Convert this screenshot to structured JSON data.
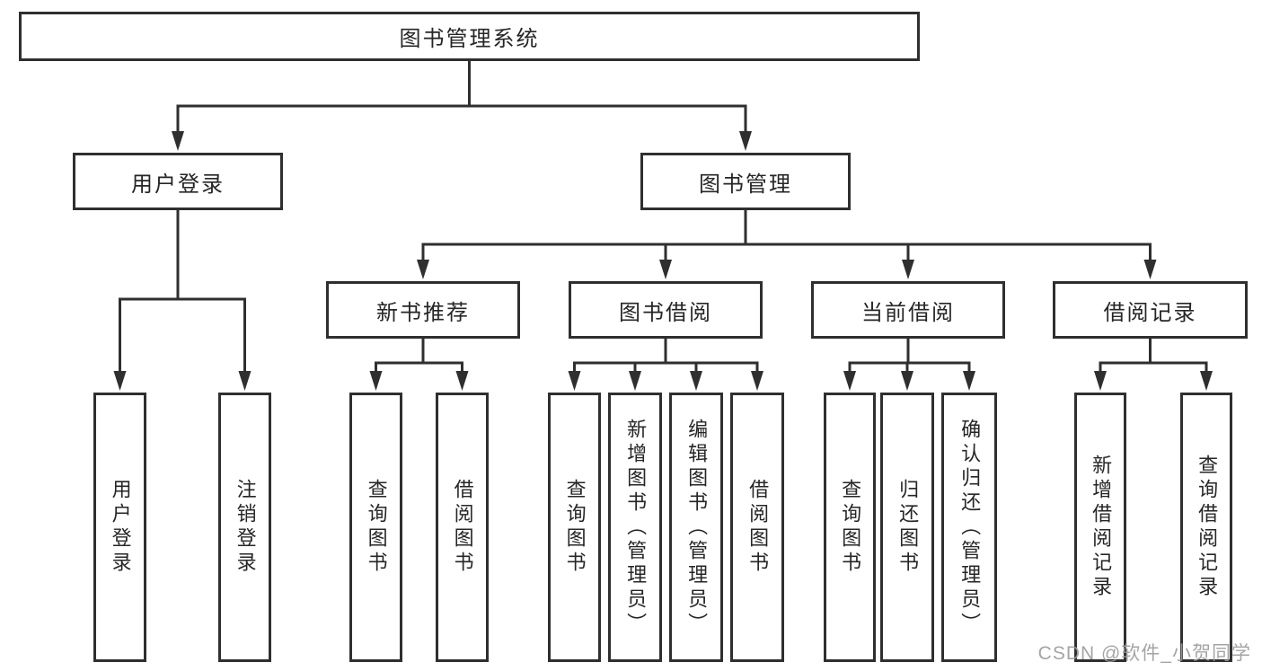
{
  "diagram": {
    "root": {
      "label": "图书管理系统"
    },
    "branches": [
      {
        "label": "用户登录",
        "children": [
          {
            "label": "用户登录"
          },
          {
            "label": "注销登录"
          }
        ]
      },
      {
        "label": "图书管理",
        "children": [
          {
            "label": "新书推荐",
            "children": [
              {
                "label": "查询图书"
              },
              {
                "label": "借阅图书"
              }
            ]
          },
          {
            "label": "图书借阅",
            "children": [
              {
                "label": "查询图书"
              },
              {
                "label": "新增图书（管理员）"
              },
              {
                "label": "编辑图书（管理员）"
              },
              {
                "label": "借阅图书"
              }
            ]
          },
          {
            "label": "当前借阅",
            "children": [
              {
                "label": "查询图书"
              },
              {
                "label": "归还图书"
              },
              {
                "label": "确认归还（管理员）"
              }
            ]
          },
          {
            "label": "借阅记录",
            "children": [
              {
                "label": "新增借阅记录"
              },
              {
                "label": "查询借阅记录"
              }
            ]
          }
        ]
      }
    ]
  },
  "watermark": {
    "text": "CSDN @软件_小贺同学"
  },
  "colors": {
    "line": "#2f2f2f",
    "text": "#262626",
    "watermark": "#9b9b9b",
    "background": "#ffffff"
  }
}
